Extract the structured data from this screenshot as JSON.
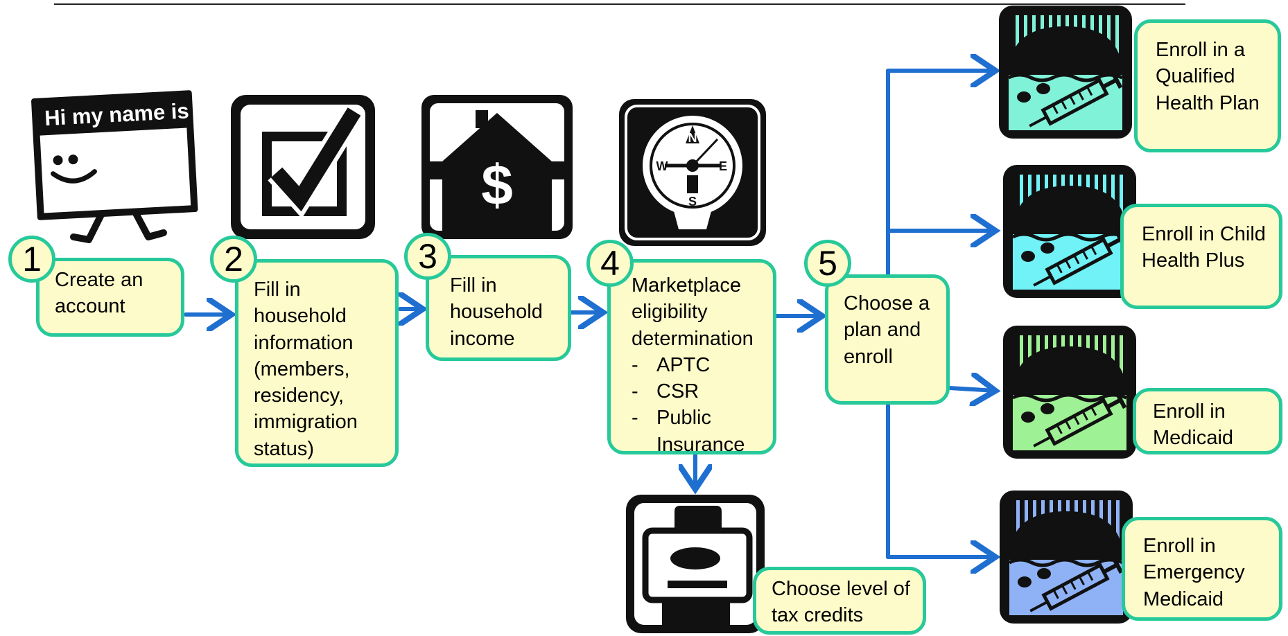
{
  "icons": {
    "nametag_heading": "Hi my name is",
    "compass": {
      "n": "N",
      "s": "S",
      "e": "E",
      "w": "W"
    },
    "house_symbol": "$"
  },
  "steps": [
    {
      "number": "1",
      "label": "Create an account"
    },
    {
      "number": "2",
      "label": "Fill in household information (members, residency, immigration status)"
    },
    {
      "number": "3",
      "label": "Fill in household income"
    },
    {
      "number": "4",
      "label": "Marketplace eligibility determination",
      "bullets": [
        "APTC",
        "CSR",
        "Public Insurance"
      ]
    },
    {
      "number": "5",
      "label": "Choose a plan and enroll"
    }
  ],
  "tax_credit": {
    "label": "Choose level of tax credits"
  },
  "outcomes": [
    {
      "label": "Enroll in a Qualified Health Plan",
      "icon_color": "#7ff2d8"
    },
    {
      "label": "Enroll in Child Health Plus",
      "icon_color": "#70f2f7"
    },
    {
      "label": "Enroll in Medicaid",
      "icon_color": "#9ff195"
    },
    {
      "label": "Enroll in Emergency Medicaid",
      "icon_color": "#8fb2f7"
    }
  ],
  "colors": {
    "box_fill": "#fdfbc9",
    "box_border": "#27c99a",
    "arrow": "#1f6fd0"
  }
}
